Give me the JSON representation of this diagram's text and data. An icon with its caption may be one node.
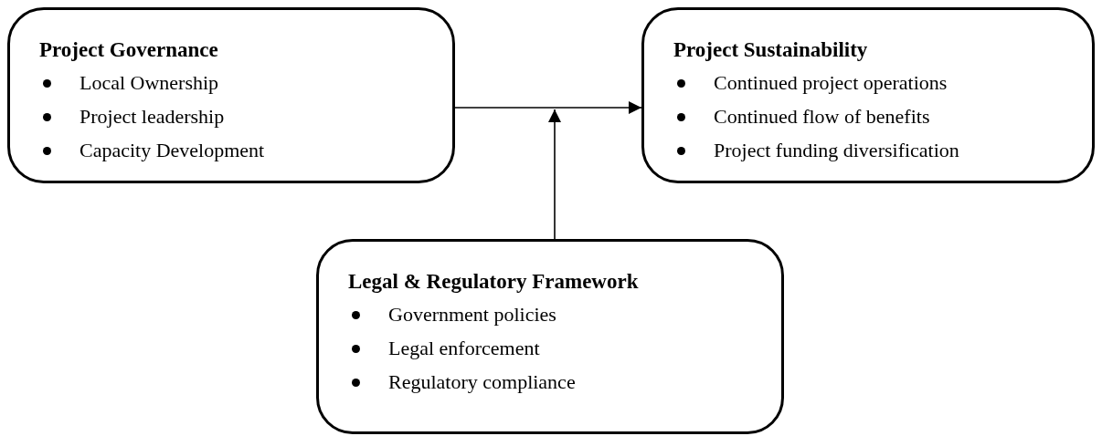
{
  "diagram": {
    "nodes": [
      {
        "text": [
          "Project Governance",
          "Local Ownership",
          "Project leadership",
          "Capacity Development"
        ]
      },
      {
        "text": [
          "Project Sustainability",
          "Continued project operations",
          "Continued flow of benefits",
          "Project funding diversification"
        ]
      },
      {
        "text": [
          "Legal & Regulatory Framework",
          "Government policies",
          "Legal enforcement",
          "Regulatory compliance"
        ]
      }
    ],
    "edges": [
      {
        "from": 0,
        "to": 1,
        "arrow": "to"
      },
      {
        "from": 2,
        "to": null,
        "arrow": "to"
      }
    ]
  }
}
